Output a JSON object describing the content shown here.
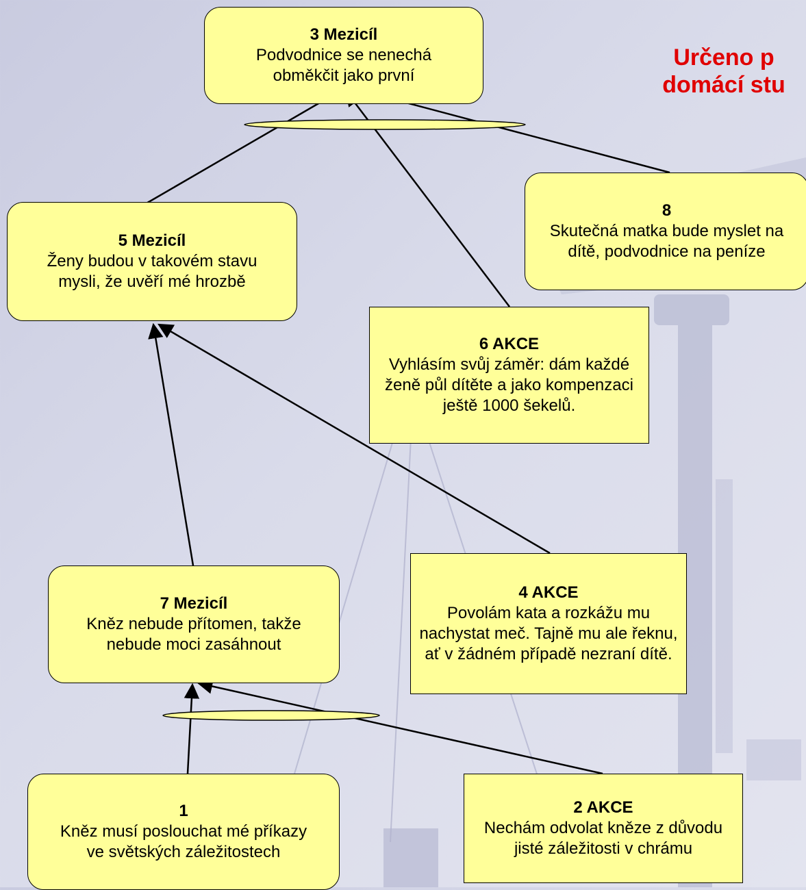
{
  "banner": {
    "line1": "Určeno p",
    "line2": "domácí stu"
  },
  "nodes": {
    "n3": {
      "title": "3 Mezicíl",
      "text": "Podvodnice se nenechá obměkčit jako první"
    },
    "n5": {
      "title": "5 Mezicíl",
      "text": "Ženy budou v takovém stavu mysli, že uvěří mé hrozbě"
    },
    "n8": {
      "title": "8",
      "text": "Skutečná matka bude myslet na dítě, podvodnice na peníze"
    },
    "n6": {
      "title": "6 AKCE",
      "text": "Vyhlásím svůj záměr: dám každé ženě půl dítěte a jako kompenzaci ještě 1000 šekelů."
    },
    "n7": {
      "title": "7 Mezicíl",
      "text": "Kněz nebude přítomen, takže nebude moci zasáhnout"
    },
    "n4": {
      "title": "4 AKCE",
      "text": "Povolám kata a rozkážu mu nachystat meč. Tajně mu ale řeknu, ať v žádném případě nezraní dítě."
    },
    "n1": {
      "title": "1",
      "text": "Kněz musí poslouchat mé příkazy ve světských záležitostech"
    },
    "n2": {
      "title": "2 AKCE",
      "text": "Nechám odvolat kněze z důvodu jisté záležitosti v chrámu"
    }
  },
  "colors": {
    "box_fill": "#ffff99",
    "banner": "#e00000",
    "edge": "#000000"
  }
}
